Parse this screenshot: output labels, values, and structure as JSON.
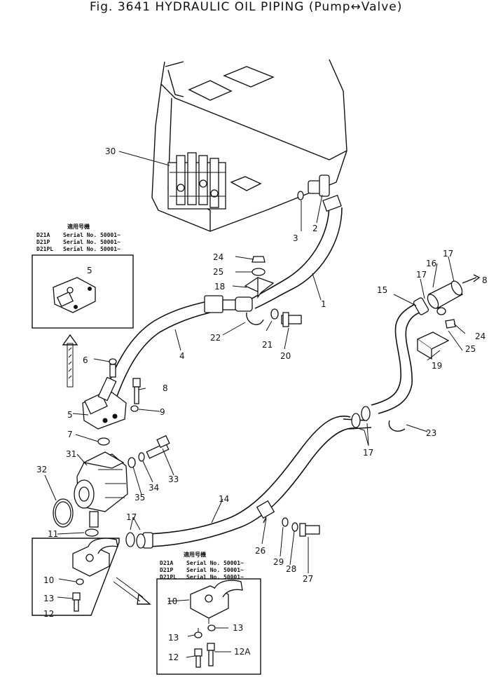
{
  "title": "Fig. 3641 HYDRAULIC OIL PIPING (Pump↔Valve)",
  "serial_box_top": {
    "header": "適用号機",
    "rows": [
      {
        "model": "D21A",
        "serial": "Serial No. 50001~"
      },
      {
        "model": "D21P",
        "serial": "Serial No. 50001~"
      },
      {
        "model": "D21PL",
        "serial": "Serial No. 50001~"
      }
    ]
  },
  "serial_box_bottom": {
    "header": "適用号機",
    "rows": [
      {
        "model": "D21A",
        "serial": "Serial No. 50001~"
      },
      {
        "model": "D21P",
        "serial": "Serial No. 50001~"
      },
      {
        "model": "D21PL",
        "serial": "Serial No. 50001~"
      }
    ]
  },
  "callouts": [
    "1",
    "2",
    "3",
    "4",
    "5",
    "5",
    "6",
    "7",
    "8",
    "8",
    "9",
    "10",
    "10",
    "11",
    "12",
    "12",
    "12A",
    "13",
    "13",
    "13",
    "13",
    "14",
    "15",
    "16",
    "17",
    "17",
    "17",
    "17",
    "18",
    "19",
    "20",
    "21",
    "22",
    "23",
    "24",
    "24",
    "25",
    "25",
    "26",
    "27",
    "28",
    "29",
    "30",
    "31",
    "32",
    "33",
    "34",
    "35"
  ]
}
